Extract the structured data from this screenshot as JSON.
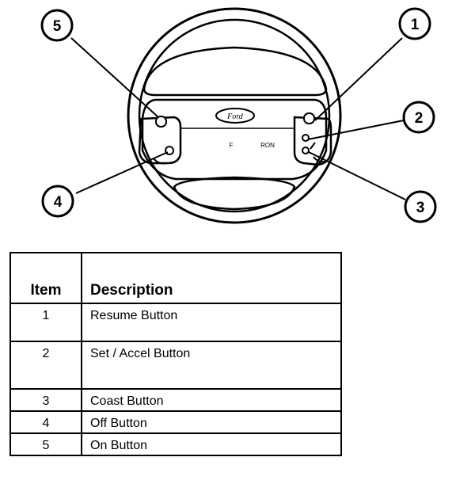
{
  "diagram": {
    "callouts": [
      {
        "number": "1",
        "target": "Resume Button"
      },
      {
        "number": "2",
        "target": "Set / Accel Button"
      },
      {
        "number": "3",
        "target": "Coast Button"
      },
      {
        "number": "4",
        "target": "Off Button"
      },
      {
        "number": "5",
        "target": "On Button"
      }
    ],
    "logo_text": "Ford",
    "hub_labels": [
      "F",
      "RON"
    ]
  },
  "table": {
    "header_item": "Item",
    "header_description": "Description",
    "rows": [
      {
        "item": "1",
        "description": "Resume Button"
      },
      {
        "item": "2",
        "description": "Set / Accel Button"
      },
      {
        "item": "3",
        "description": "Coast Button"
      },
      {
        "item": "4",
        "description": "Off Button"
      },
      {
        "item": "5",
        "description": "On Button"
      }
    ]
  }
}
